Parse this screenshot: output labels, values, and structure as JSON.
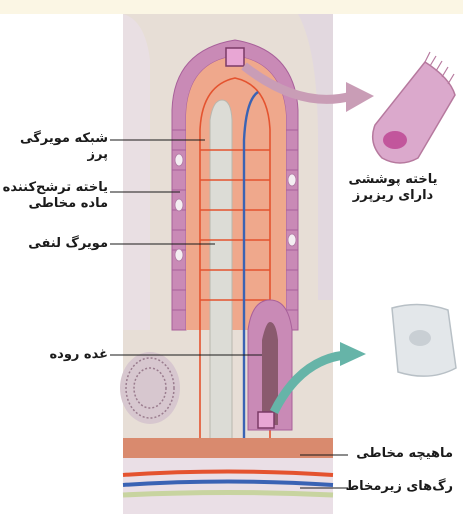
{
  "colors": {
    "tissue_background": "#e7ded6",
    "villus_core": "#efa88c",
    "epithelium": "#c98ab6",
    "artery": "#e4532f",
    "vein": "#3a63b4",
    "lacteal": "#dcdcd6",
    "muscle_layer": "#d98a6e",
    "pointer_arrow_top": "#c99db6",
    "pointer_arrow_bottom": "#66b4a8",
    "gland_lumen": "#8a5a6e"
  },
  "labels": {
    "capillary_network": "شبکه مویرگی پرز",
    "goblet_cell_line1": "یاخته ترشح‌کننده",
    "goblet_cell_line2": "ماده مخاطی",
    "lacteal": "مویرگ لنفی",
    "intestinal_gland": "غده روده",
    "ciliated_cell_line1": "یاخته پوششی",
    "ciliated_cell_line2": "دارای ریزپرز",
    "muscularis_mucosae": "ماهیچه مخاطی",
    "submucosa_vessels": "رگ‌های زیرمخاط"
  }
}
